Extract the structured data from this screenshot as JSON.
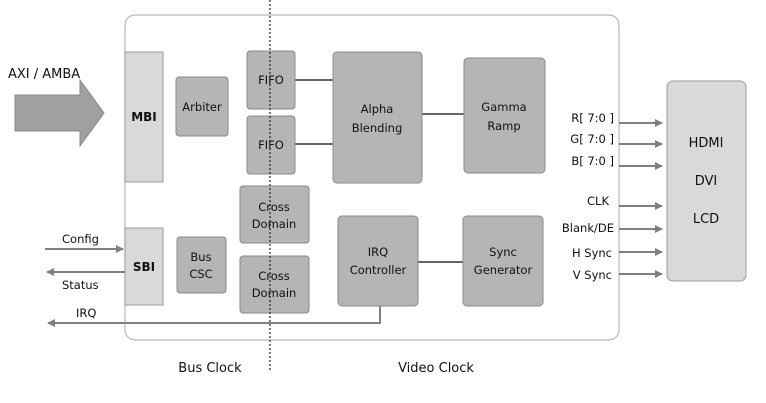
{
  "colors": {
    "block_fill": "#b5b5b5",
    "block_stroke": "#8a8a8a",
    "light_block_fill": "#d9d9d9",
    "outer_stroke": "#b8b8b8",
    "arrow": "#808080",
    "connector": "#666666"
  },
  "external": {
    "axi_label": "AXI / AMBA",
    "config_label": "Config",
    "status_label": "Status",
    "irq_label": "IRQ"
  },
  "blocks": {
    "mbi": "MBI",
    "arbiter": "Arbiter",
    "fifo_top": "FIFO",
    "fifo_bottom": "FIFO",
    "alpha_line1": "Alpha",
    "alpha_line2": "Blending",
    "gamma_line1": "Gamma",
    "gamma_line2": "Ramp",
    "sbi": "SBI",
    "buscsc_line1": "Bus",
    "buscsc_line2": "CSC",
    "cross_top_line1": "Cross",
    "cross_top_line2": "Domain",
    "cross_bottom_line1": "Cross",
    "cross_bottom_line2": "Domain",
    "irq_line1": "IRQ",
    "irq_line2": "Controller",
    "sync_line1": "Sync",
    "sync_line2": "Generator"
  },
  "signals": [
    "R[ 7:0 ]",
    "G[ 7:0 ]",
    "B[ 7:0 ]",
    "CLK",
    "Blank/DE",
    "H Sync",
    "V Sync"
  ],
  "output": {
    "line1": "HDMI",
    "line2": "DVI",
    "line3": "LCD"
  },
  "clocks": {
    "bus": "Bus Clock",
    "video": "Video Clock"
  }
}
